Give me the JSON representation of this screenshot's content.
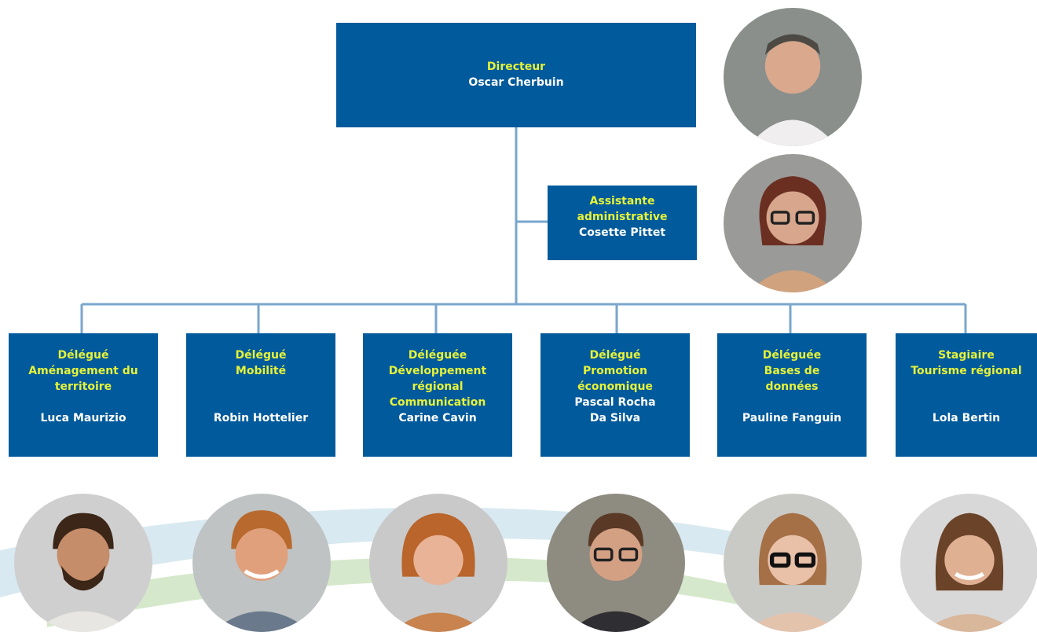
{
  "colors": {
    "box": "#015a9b",
    "highlight": "#e6f23a",
    "name": "#ffffff",
    "connector": "#7aa6cc"
  },
  "director": {
    "title": "Directeur",
    "name": "Oscar Cherbuin"
  },
  "assistant": {
    "title_line1": "Assistante",
    "title_line2": "administrative",
    "name": "Cosette Pittet"
  },
  "delegates": [
    {
      "role": "Délégué",
      "dept_line1": "Aménagement du",
      "dept_line2": "territoire",
      "name_line1": "Luca Maurizio"
    },
    {
      "role": "Délégué",
      "dept_line1": "Mobilité",
      "name_line1": "Robin Hottelier"
    },
    {
      "role": "Déléguée",
      "dept_line1": "Développement",
      "dept_line2": "régional",
      "dept_line3": "Communication",
      "name_line1": "Carine Cavin"
    },
    {
      "role": "Délégué",
      "dept_line1": "Promotion",
      "dept_line2": "économique",
      "name_line1": "Pascal Rocha",
      "name_line2": "Da Silva"
    },
    {
      "role": "Déléguée",
      "dept_line1": "Bases de",
      "dept_line2": "données",
      "name_line1": "Pauline Fanguin"
    },
    {
      "role": "Stagiaire",
      "dept_line1": "Tourisme régional",
      "name_line1": "Lola Bertin"
    }
  ]
}
